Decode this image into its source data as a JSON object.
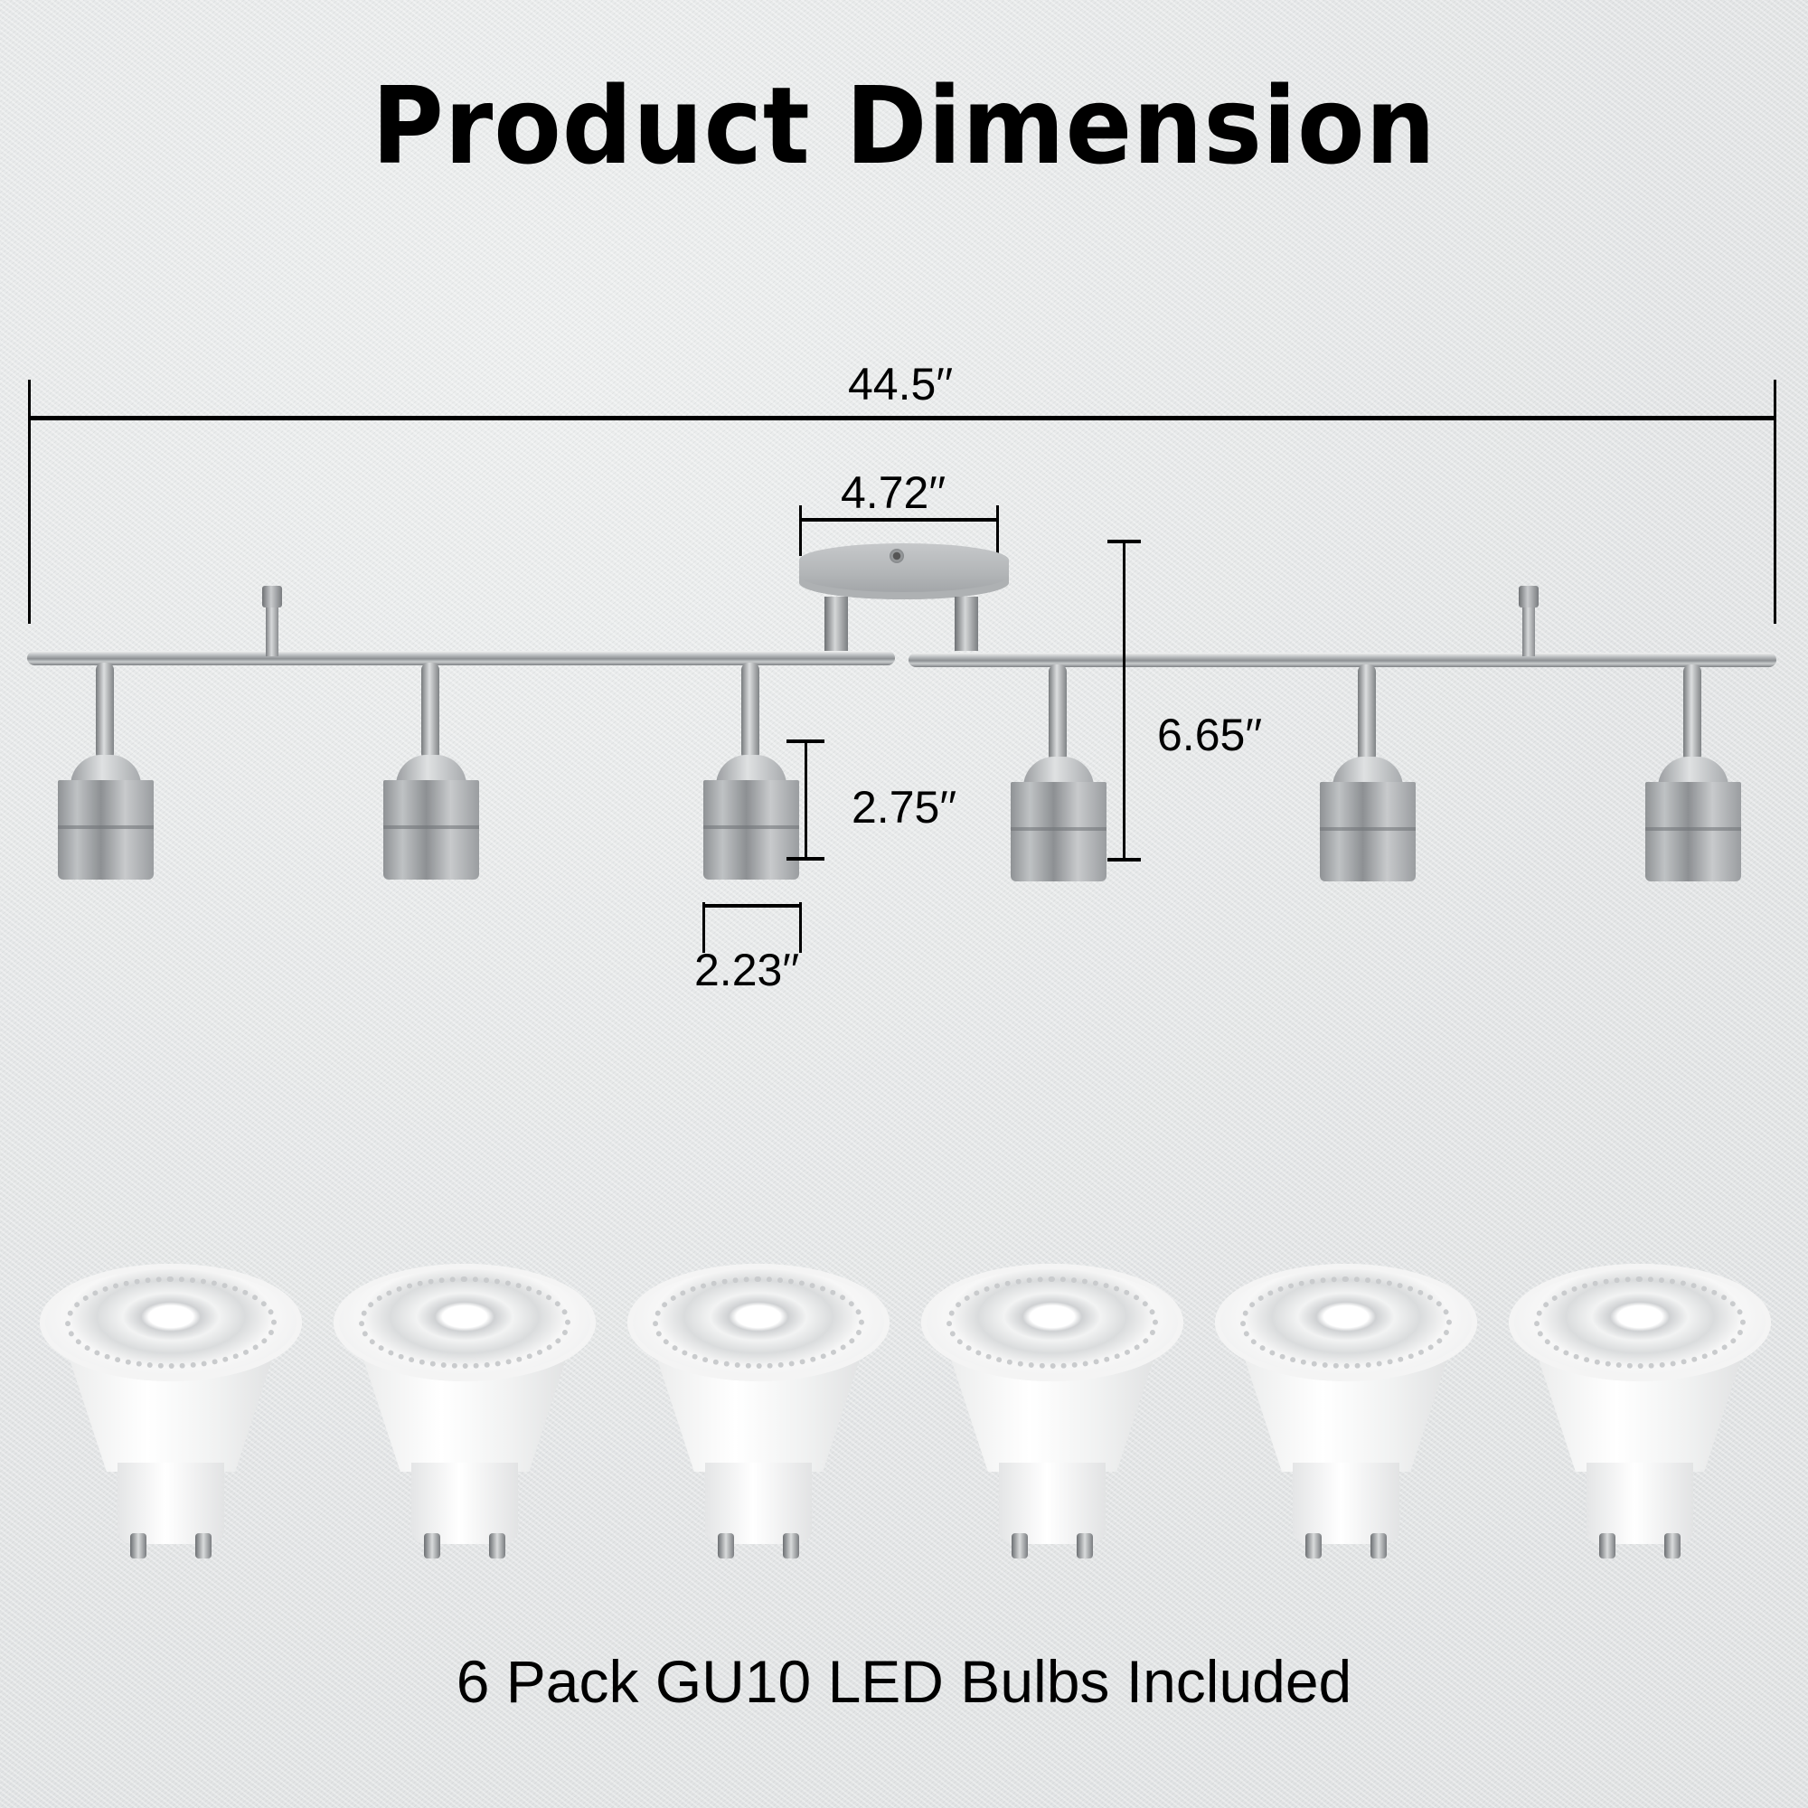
{
  "title": "Product Dimension",
  "caption": "6 Pack GU10 LED Bulbs Included",
  "dimensions": {
    "overall_length": {
      "label": "44.5′′",
      "value": 44.5,
      "unit": "in"
    },
    "canopy_diameter": {
      "label": "4.72′′",
      "value": 4.72,
      "unit": "in"
    },
    "overall_height": {
      "label": "6.65′′",
      "value": 6.65,
      "unit": "in"
    },
    "shade_height": {
      "label": "2.75′′",
      "value": 2.75,
      "unit": "in"
    },
    "shade_diameter": {
      "label": "2.23′′",
      "value": 2.23,
      "unit": "in"
    }
  },
  "fixture": {
    "spotlight_count": 6,
    "spot_positions_x": [
      64,
      424,
      778,
      1118,
      1460,
      1820
    ],
    "color": "#b9bcbe"
  },
  "bulbs": {
    "count": 6,
    "type": "GU10 LED",
    "positions_x": [
      44,
      369,
      694,
      1019,
      1344,
      1669
    ]
  },
  "colors": {
    "background": "#e4e6e6",
    "ink": "#000000",
    "nickel": "#b9bcbe",
    "bulb_white": "#f4f4f4"
  }
}
